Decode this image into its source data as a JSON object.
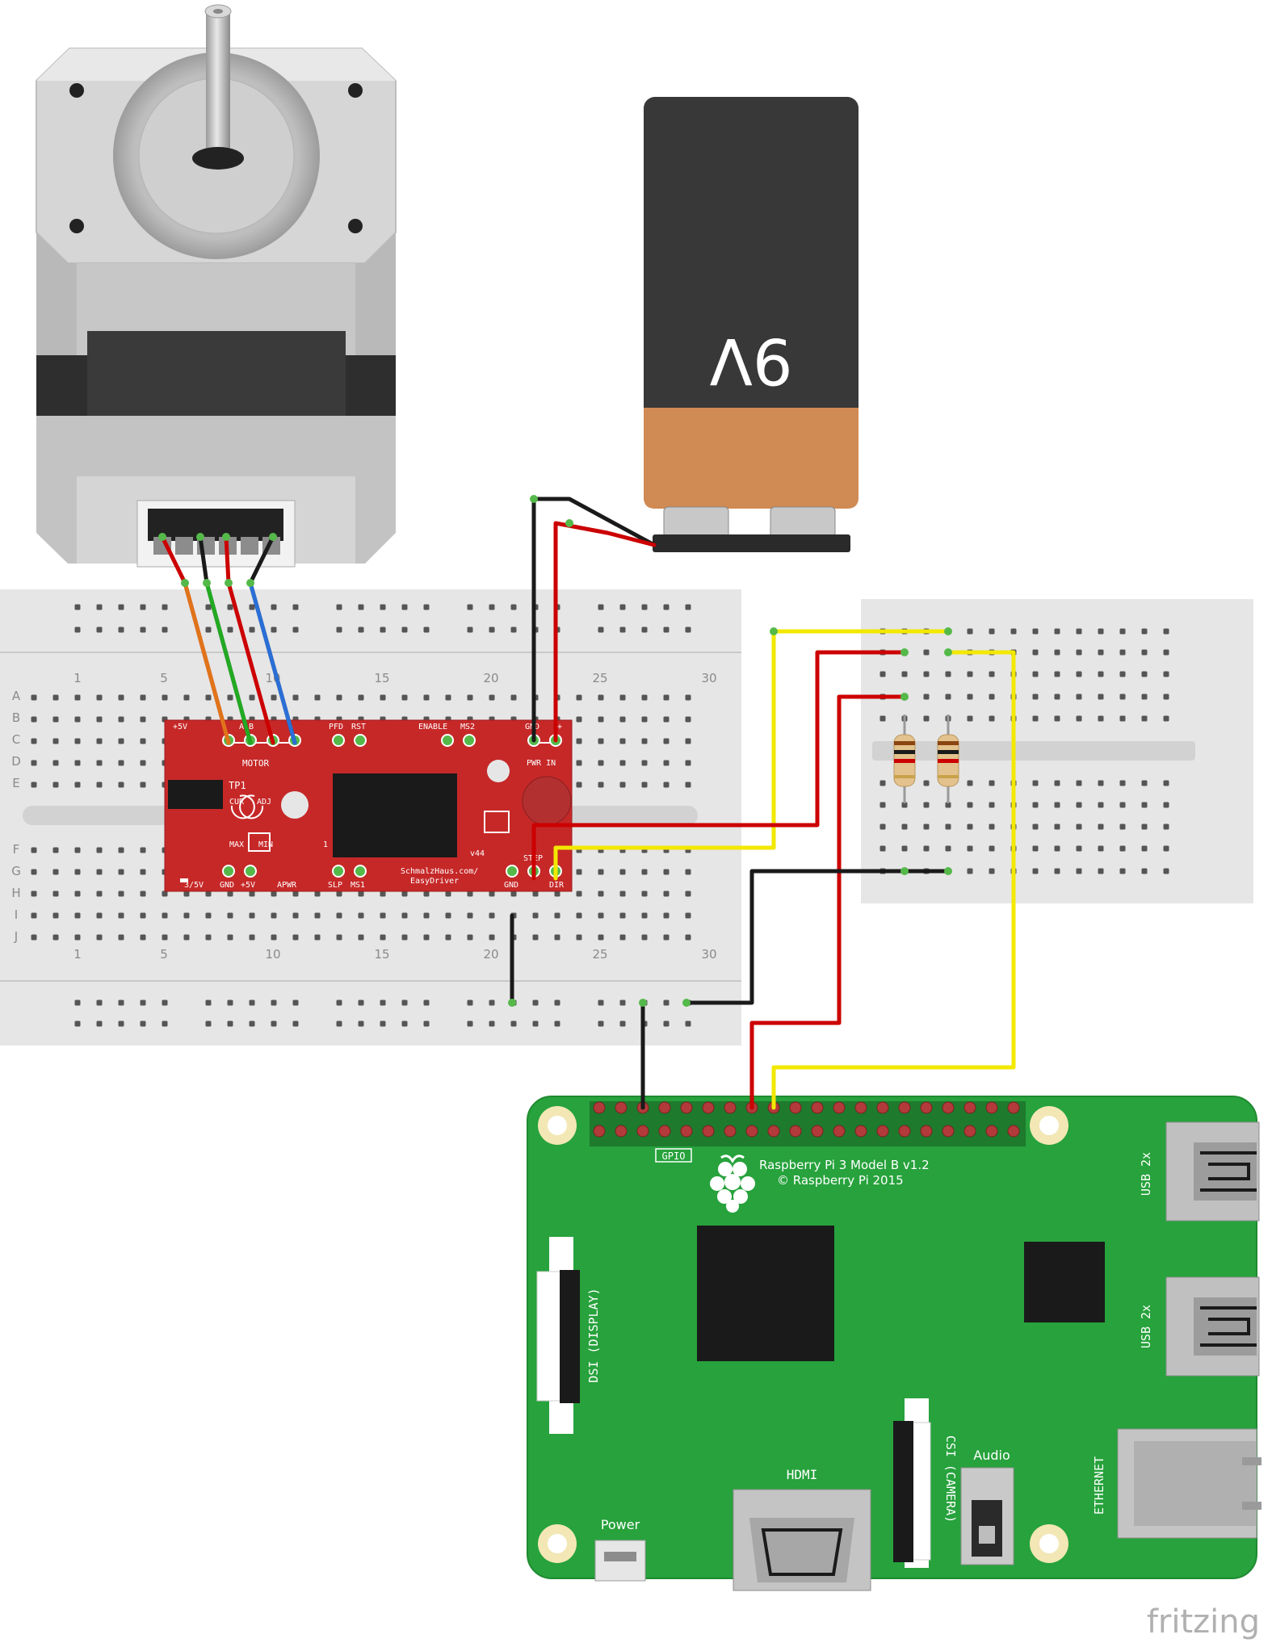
{
  "battery": {
    "label": "9V"
  },
  "breadboard_main": {
    "col_numbers": [
      "1",
      "5",
      "10",
      "15",
      "20",
      "25",
      "30"
    ],
    "rows_top": [
      "A",
      "B",
      "C",
      "D",
      "E"
    ],
    "rows_bottom": [
      "F",
      "G",
      "H",
      "I",
      "J"
    ]
  },
  "easydriver": {
    "plus5v": "+5V",
    "motor_pins": "A  B",
    "motor_label": "MOTOR",
    "pfd": "PFD",
    "rst": "RST",
    "enable": "ENABLE",
    "ms2": "MS2",
    "gnd_top": "GND",
    "plus_top": "+",
    "pwr_in": "PWR IN",
    "tp1": "TP1",
    "cur": "CUR",
    "adj": "ADJ",
    "max": "MAX",
    "min": "MIN",
    "one": "1",
    "version": "v44",
    "step": "STEP",
    "v35": "3/5V",
    "gnd_bottom": "GND",
    "plus5v_bottom": "+5V",
    "apwr": "APWR",
    "slp": "SLP",
    "ms1": "MS1",
    "url1": "SchmalzHaus.com/",
    "url2": "EasyDriver",
    "gnd_b2": "GND",
    "dir": "DIR"
  },
  "raspberry_pi": {
    "model": "Raspberry Pi 3 Model B v1.2",
    "copyright": "© Raspberry Pi 2015",
    "gpio": "GPIO",
    "dsi": "DSI (DISPLAY)",
    "csi": "CSI (CAMERA)",
    "usb1": "USB 2x",
    "usb2": "USB 2x",
    "ethernet": "ETHERNET",
    "hdmi": "HDMI",
    "audio": "Audio",
    "power": "Power"
  },
  "watermark": "fritzing",
  "colors": {
    "wire_red": "#cc0000",
    "wire_black": "#1a1a1a",
    "wire_yellow": "#f2e800",
    "wire_green": "#22aa22",
    "wire_blue": "#2a6fd6",
    "wire_orange": "#e0741a",
    "board_red": "#c62828",
    "pi_green": "#27a23c",
    "breadboard": "#e6e6e6"
  }
}
